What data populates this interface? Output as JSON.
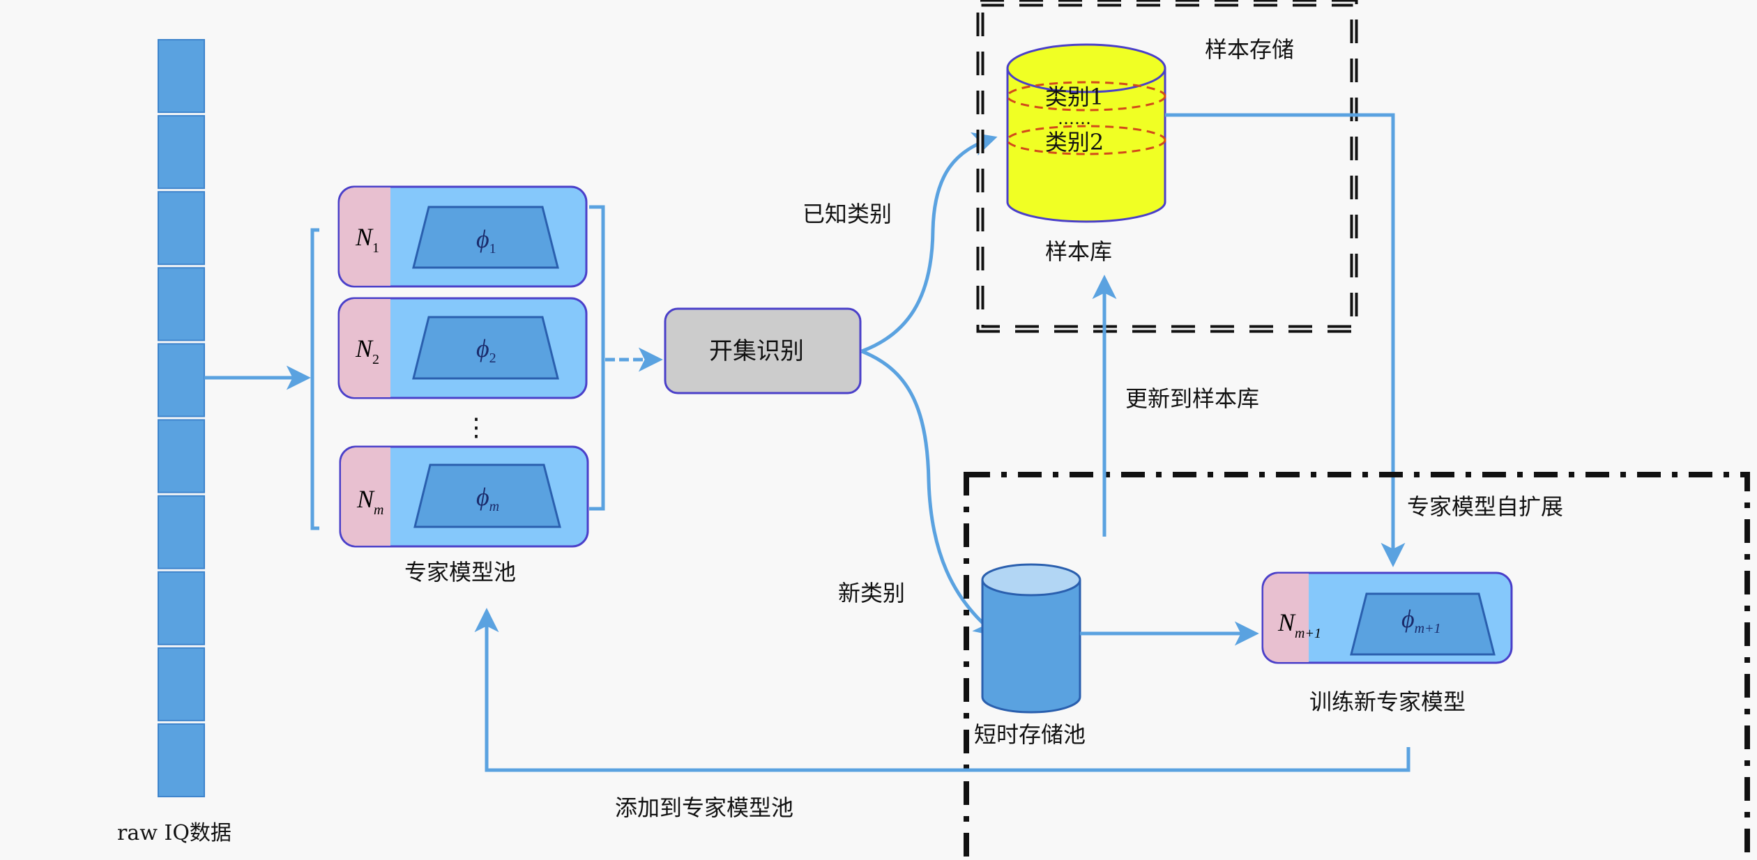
{
  "colors": {
    "background": "#f8f8f8",
    "iq_block": "#5aa2e0",
    "arrow": "#5aa2e0",
    "expert_body": "#85c8fb",
    "expert_label_cell": "#e8c0d0",
    "trapezoid": "#5aa2e0",
    "box_border": "#4a3fc9",
    "osr_box": "#cccccc",
    "sample_db": "#f0ff24",
    "class_ring": "#d24a1a",
    "short_pool": "#5aa2e0",
    "short_pool_top": "#b2d6f4"
  },
  "input": {
    "label": "raw IQ数据",
    "block_count": 10
  },
  "expert_pool": {
    "label": "专家模型池",
    "ellipsis": "⋮",
    "models": [
      {
        "n_base": "N",
        "n_sub": "1",
        "phi_base": "ϕ",
        "phi_sub": "1"
      },
      {
        "n_base": "N",
        "n_sub": "2",
        "phi_base": "ϕ",
        "phi_sub": "2"
      },
      {
        "n_base": "N",
        "n_sub": "m",
        "phi_base": "ϕ",
        "phi_sub": "m"
      }
    ]
  },
  "open_set": {
    "label": "开集识别"
  },
  "branches": {
    "known": "已知类别",
    "new": "新类别"
  },
  "sample_storage": {
    "region_label": "样本存储",
    "db_label": "样本库",
    "classes": [
      "类别1",
      "类别2"
    ],
    "dots": "……"
  },
  "update_label": "更新到样本库",
  "self_expand": {
    "region_label": "专家模型自扩展",
    "pool_label": "短时存储池",
    "train_label": "训练新专家模型",
    "new_model": {
      "n_base": "N",
      "n_sub": "m+1",
      "phi_base": "ϕ",
      "phi_sub": "m+1"
    }
  },
  "add_back_label": "添加到专家模型池"
}
